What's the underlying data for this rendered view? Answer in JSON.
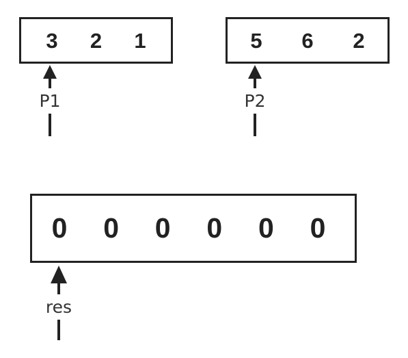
{
  "arrays": {
    "p1": [
      "3",
      "2",
      "1"
    ],
    "p2": [
      "5",
      "6",
      "2"
    ],
    "res": [
      "0",
      "0",
      "0",
      "0",
      "0",
      "0"
    ]
  },
  "pointers": {
    "p1": "P1",
    "p2": "P2",
    "res": "res"
  },
  "colors": {
    "stroke": "#222222",
    "label": "#333333",
    "background": "#ffffff"
  }
}
